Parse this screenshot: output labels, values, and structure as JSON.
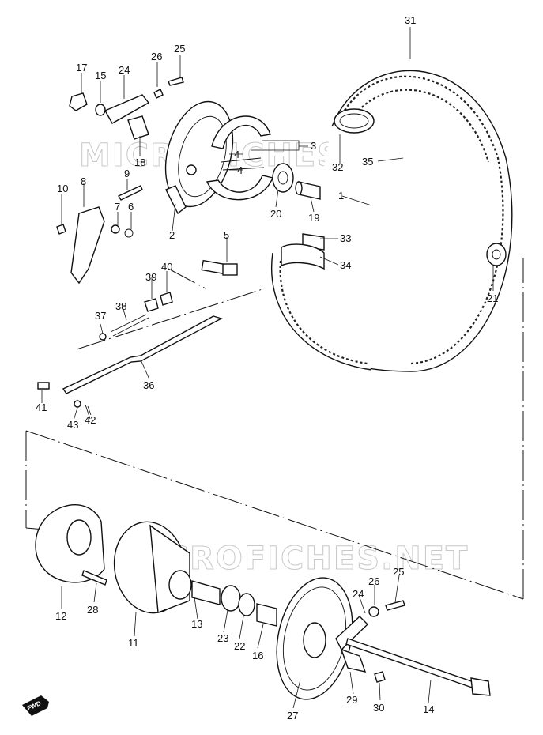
{
  "watermarks": [
    "MICROFICHES.NET",
    "MICROFICHES.NET"
  ],
  "fwd_label": "FWD",
  "callouts": {
    "c1": "1",
    "c2": "2",
    "c3": "3",
    "c4a": "4",
    "c4b": "4",
    "c5": "5",
    "c6": "6",
    "c7": "7",
    "c8": "8",
    "c9": "9",
    "c10": "10",
    "c11": "11",
    "c12": "12",
    "c13": "13",
    "c14": "14",
    "c15": "15",
    "c16": "16",
    "c17": "17",
    "c18": "18",
    "c19": "19",
    "c20": "20",
    "c21": "21",
    "c22": "22",
    "c23": "23",
    "c24a": "24",
    "c24b": "24",
    "c25a": "25",
    "c25b": "25",
    "c26a": "26",
    "c26b": "26",
    "c27": "27",
    "c28": "28",
    "c29": "29",
    "c30": "30",
    "c31": "31",
    "c32": "32",
    "c33": "33",
    "c34": "34",
    "c35": "35",
    "c36": "36",
    "c37": "37",
    "c38": "38",
    "c39": "39",
    "c40": "40",
    "c41": "41",
    "c42": "42",
    "c43": "43"
  }
}
